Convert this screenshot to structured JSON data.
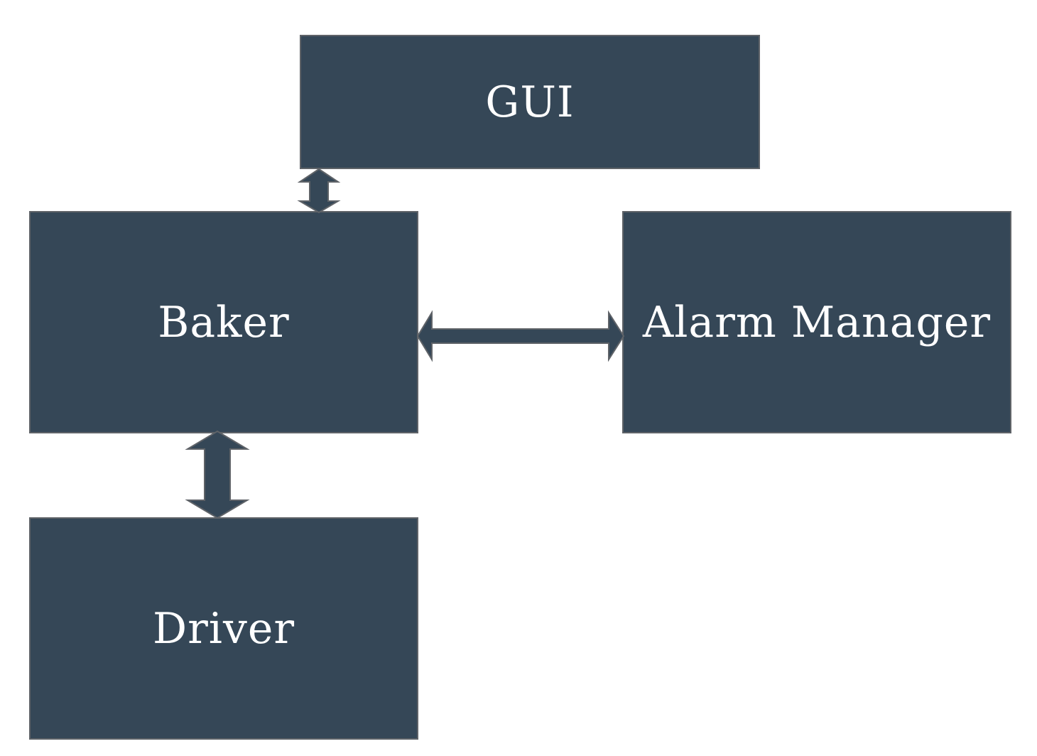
{
  "diagram": {
    "nodes": [
      {
        "id": "gui",
        "label": "GUI"
      },
      {
        "id": "baker",
        "label": "Baker"
      },
      {
        "id": "alarm_manager",
        "label": "Alarm Manager"
      },
      {
        "id": "driver",
        "label": "Driver"
      }
    ],
    "edges": [
      {
        "from": "gui",
        "to": "baker",
        "direction": "bidirectional"
      },
      {
        "from": "baker",
        "to": "alarm_manager",
        "direction": "bidirectional"
      },
      {
        "from": "baker",
        "to": "driver",
        "direction": "bidirectional"
      }
    ],
    "colors": {
      "box_fill": "#354757",
      "box_border": "#5f6368",
      "text": "#ffffff",
      "background": "#ffffff"
    }
  }
}
